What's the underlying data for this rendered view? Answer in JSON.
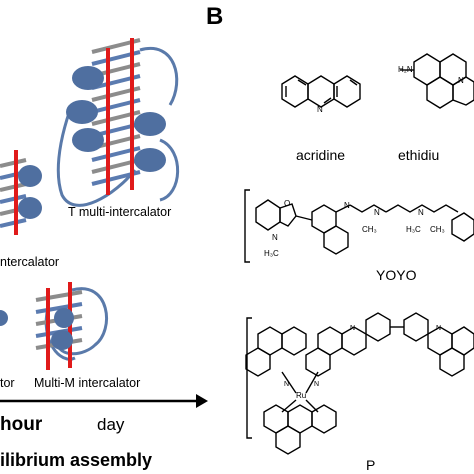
{
  "panel_b": {
    "label": "B",
    "compounds": {
      "acridine": "acridine",
      "ethidium": "ethidiu",
      "yoyo": "YOYO",
      "p": "P"
    },
    "atoms": {
      "h2n": "H₂N",
      "ch3_a": "H₃C",
      "ch3_b": "CH₃",
      "ch3_c": "H₃C",
      "ch3_d": "CH₃",
      "ru": "Ru",
      "n": "N",
      "o": "O"
    }
  },
  "panel_a": {
    "labels": {
      "t_multi": "T multi-intercalator",
      "intercalator_partial": "ntercalator",
      "tor_partial": "tor",
      "multi_m": "Multi-M intercalator"
    },
    "timeline": {
      "hour": "hour",
      "day": "day",
      "caption": "ilibrium assembly"
    }
  },
  "colors": {
    "blob": "#4f6fa0",
    "blob_edge": "#5a7aaa",
    "helix_red": "#e01a1a",
    "helix_gray": "#8c8c8c",
    "helix_blue": "#5b7bb0"
  }
}
